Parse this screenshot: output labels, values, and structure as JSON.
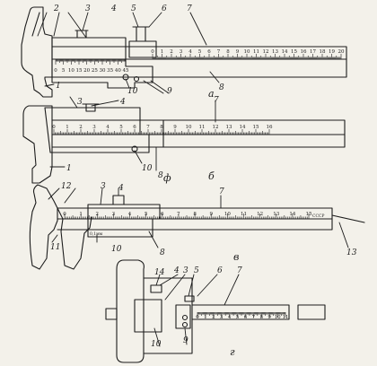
{
  "figure": {
    "subfigure_labels": [
      "а",
      "б",
      "в",
      "г"
    ],
    "stray_mark": "ф",
    "a": {
      "callouts": [
        "2",
        "3",
        "4",
        "5",
        "6",
        "7",
        "1",
        "10",
        "9",
        "8"
      ],
      "main_scale": [
        "0",
        "1",
        "2",
        "3",
        "4",
        "5",
        "6",
        "7",
        "8",
        "9",
        "10",
        "11",
        "12",
        "13",
        "14",
        "15",
        "16",
        "17",
        "18",
        "19",
        "20"
      ],
      "vernier_scale": [
        "0",
        "5",
        "10",
        "15",
        "20",
        "25",
        "30",
        "35",
        "40",
        "45"
      ]
    },
    "b": {
      "callouts": [
        "3",
        "4",
        "7",
        "1",
        "10",
        "8"
      ],
      "main_scale": [
        "0",
        "1",
        "2",
        "3",
        "4",
        "5",
        "6",
        "7",
        "8",
        "9",
        "10",
        "11",
        "12",
        "13",
        "14",
        "15",
        "16"
      ]
    },
    "c": {
      "callouts": [
        "12",
        "3",
        "4",
        "7",
        "11",
        "10",
        "8",
        "13"
      ],
      "main_scale": [
        "0",
        "1",
        "2",
        "3",
        "4",
        "5",
        "6",
        "7",
        "8",
        "9",
        "10",
        "11",
        "12",
        "13",
        "14",
        "15"
      ],
      "vernier_mark": "0,1мм",
      "maker_mark": "СССР"
    },
    "d": {
      "callouts": [
        "14",
        "4",
        "3",
        "5",
        "6",
        "7",
        "10",
        "9"
      ],
      "main_scale": [
        "0",
        "1",
        "2",
        "3",
        "4",
        "5",
        "6",
        "7",
        "8",
        "9",
        "10",
        "11"
      ]
    }
  }
}
